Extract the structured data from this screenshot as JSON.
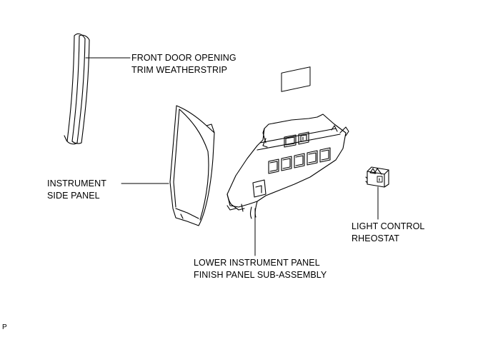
{
  "labels": {
    "weatherstrip": {
      "line1": "FRONT DOOR OPENING",
      "line2": "TRIM WEATHERSTRIP"
    },
    "side_panel": {
      "line1": "INSTRUMENT",
      "line2": "SIDE PANEL"
    },
    "lower_panel": {
      "line1": "LOWER INSTRUMENT PANEL",
      "line2": "FINISH PANEL SUB-ASSEMBLY"
    },
    "rheostat": {
      "line1": "LIGHT CONTROL",
      "line2": "RHEOSTAT"
    }
  },
  "figure_code": "P"
}
